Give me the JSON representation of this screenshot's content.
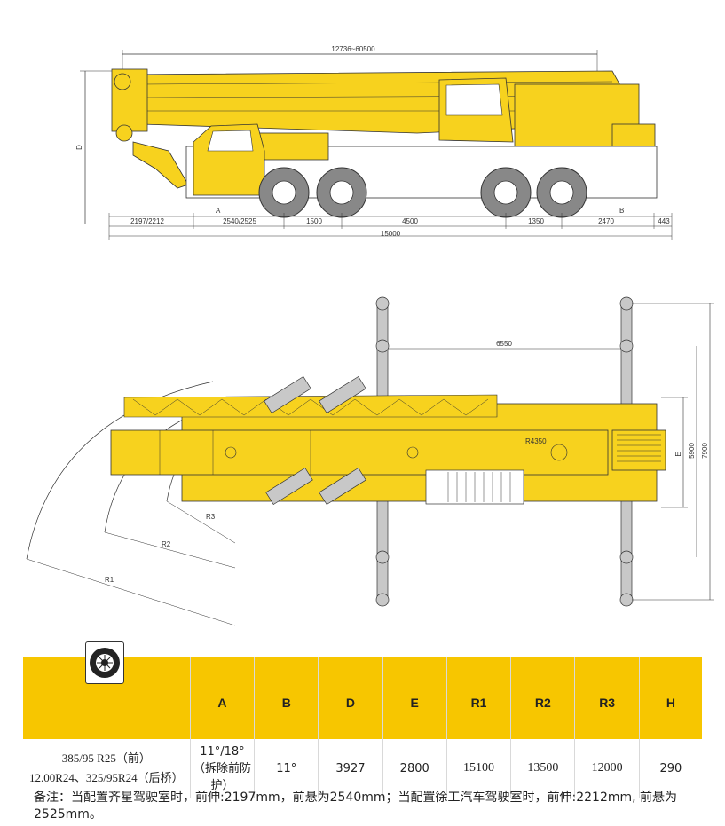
{
  "dimensions_side": {
    "boom_length": "12736~60500",
    "height_label": "D",
    "front_overhang": "2197/2212",
    "seg1": "2540/2525",
    "seg2": "1500",
    "seg3": "4500",
    "seg4": "1350",
    "seg5": "2470",
    "rear": "443",
    "total_length": "15000",
    "angle_a": "A",
    "angle_b": "B"
  },
  "dimensions_top": {
    "outrigger_span": "6550",
    "swing_radius": "R4350",
    "width_e": "E",
    "width_5900": "5900",
    "width_7900": "7900",
    "r1": "R1",
    "r2": "R2",
    "r3": "R3"
  },
  "table": {
    "headers": [
      "",
      "A",
      "B",
      "D",
      "E",
      "R1",
      "R2",
      "R3",
      "H"
    ],
    "tyre_line1": "385/95 R25（前）",
    "tyre_line2": "12.00R24、325/95R24（后桥）",
    "a_value": "11°/18°（拆除前防护）",
    "values": [
      "11°",
      "3927",
      "2800",
      "15100",
      "13500",
      "12000",
      "290"
    ]
  },
  "note": "备注：当配置齐星驾驶室时，前伸:2197mm，前悬为2540mm；当配置徐工汽车驾驶室时，前伸:2212mm, 前悬为2525mm。",
  "colors": {
    "crane_yellow": "#f7d21e",
    "header_yellow": "#f7c600",
    "line": "#333333",
    "outrigger_grey": "#c8c8c8"
  }
}
